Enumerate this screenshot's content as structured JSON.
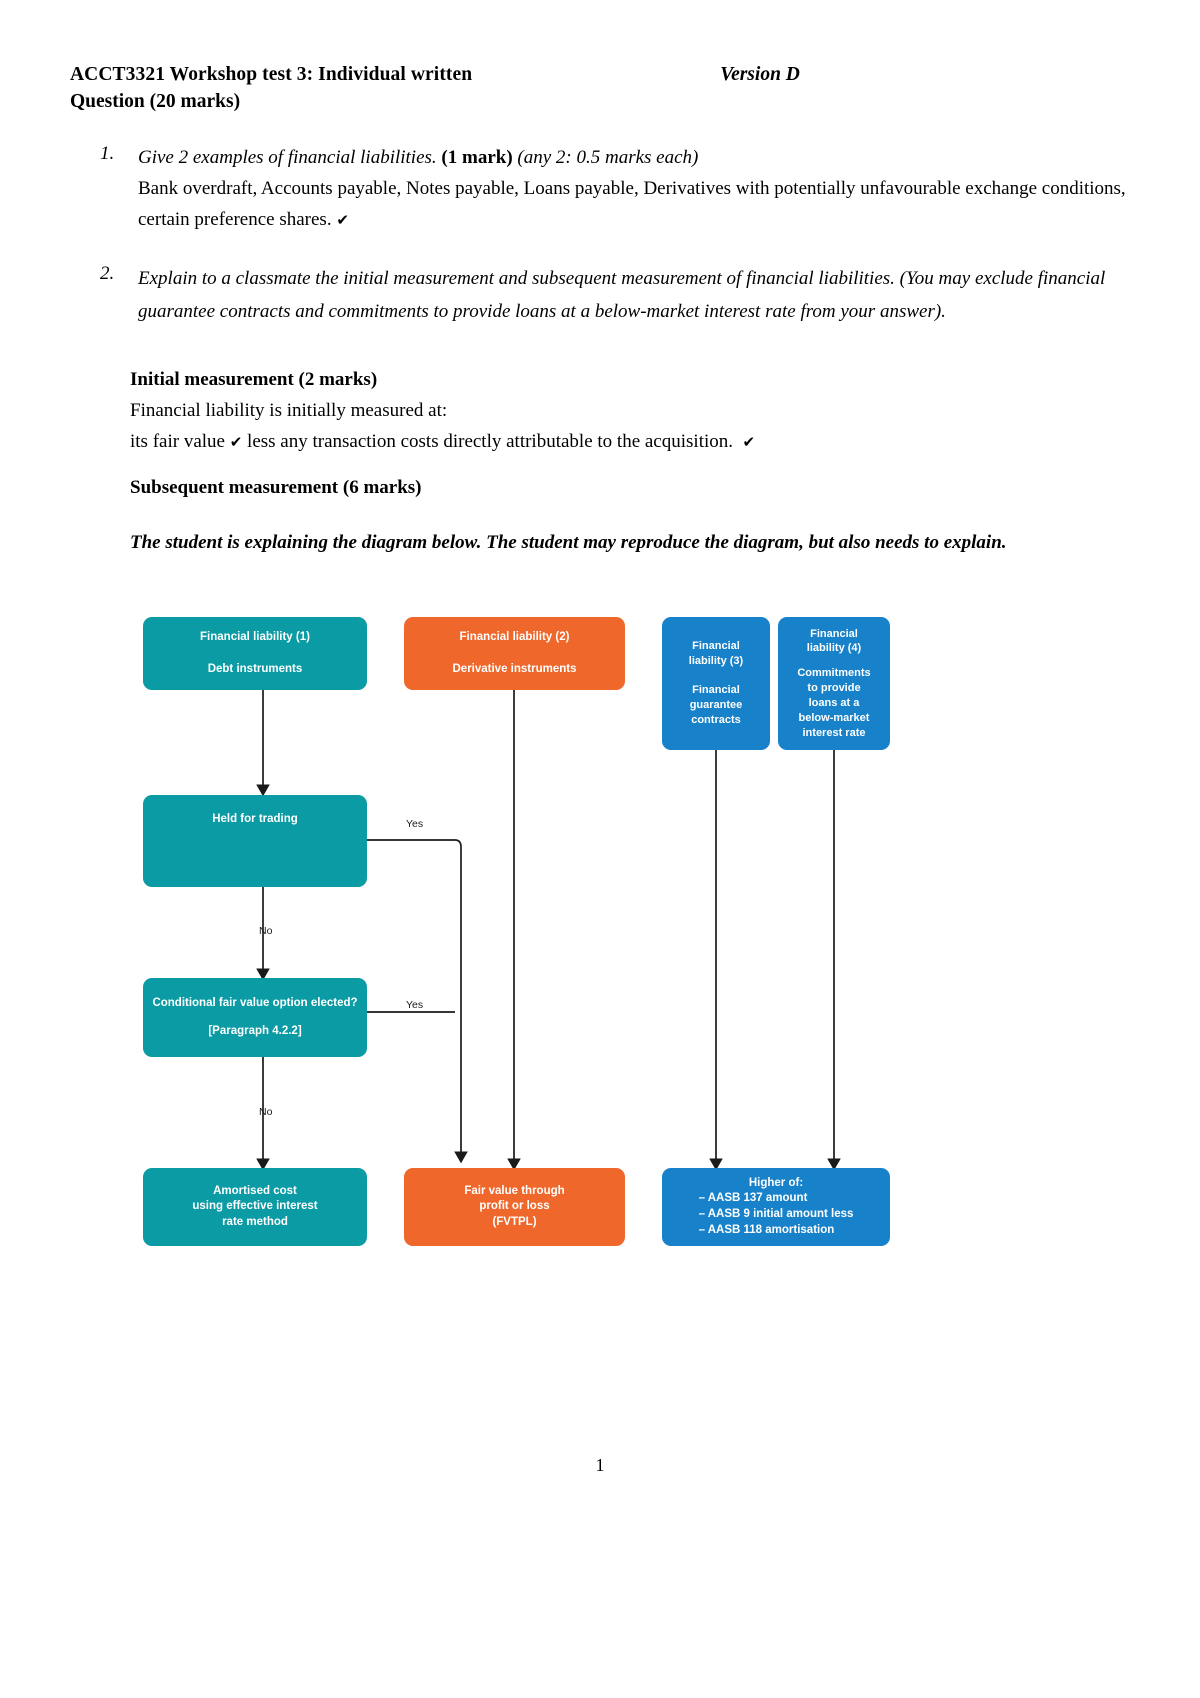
{
  "header": {
    "title": "ACCT3321 Workshop test 3: Individual written",
    "version": "Version D",
    "subtitle": "Question (20 marks)"
  },
  "questions": [
    {
      "number": "1.",
      "prompt_italic": "Give 2 examples of financial liabilities.",
      "marks_bold": "(1 mark)",
      "marks_italic": "(any 2: 0.5 marks each)",
      "answer": "Bank overdraft, Accounts payable, Notes payable, Loans payable, Derivatives with potentially unfavourable exchange conditions, certain preference shares.",
      "tick": "✔"
    },
    {
      "number": "2.",
      "prompt_italic": "Explain to a classmate the initial measurement and subsequent measurement of financial liabilities. (You may exclude financial guarantee contracts and commitments to provide loans at a below-market interest rate from your answer)."
    }
  ],
  "sections": {
    "initial": {
      "heading": "Initial measurement (2 marks)",
      "line1": "Financial liability is initially measured at:",
      "line2_a": "its fair value",
      "tick1": "✔",
      "line2_b": "less any transaction costs directly attributable to the acquisition.",
      "tick2": "✔"
    },
    "subsequent": {
      "heading": "Subsequent measurement (6 marks)",
      "note": "The student is explaining the diagram below. The student may reproduce the diagram, but also needs to explain."
    }
  },
  "diagram": {
    "colors": {
      "teal": "#0a9ba4",
      "orange": "#f0672b",
      "blue": "#1781ca",
      "line": "#1a1a1a"
    },
    "nodes": {
      "fl1_title": "Financial liability (1)",
      "fl1_sub": "Debt instruments",
      "fl2_title": "Financial liability (2)",
      "fl2_sub": "Derivative instruments",
      "fl3_title": "Financial\nliability (3)",
      "fl3_sub": "Financial\nguarantee\ncontracts",
      "fl4_title": "Financial\nliability (4)",
      "fl4_sub": "Commitments\nto provide\nloans at a\nbelow-market\ninterest rate",
      "held_for_trading": "Held for trading",
      "cond_fvo_line1": "Conditional fair value option elected?",
      "cond_fvo_line2": "[Paragraph 4.2.2]",
      "amortised_cost": "Amortised cost\nusing effective interest\nrate method",
      "fvtpl": "Fair value through\nprofit or loss\n(FVTPL)",
      "higher_of_title": "Higher of:",
      "higher_of_items": [
        "– AASB 137 amount",
        "– AASB 9 initial amount less",
        "– AASB 118 amortisation"
      ]
    },
    "edge_labels": {
      "yes1": "Yes",
      "no1": "No",
      "yes2": "Yes",
      "no2": "No"
    }
  },
  "footer": {
    "page_number": "1"
  }
}
